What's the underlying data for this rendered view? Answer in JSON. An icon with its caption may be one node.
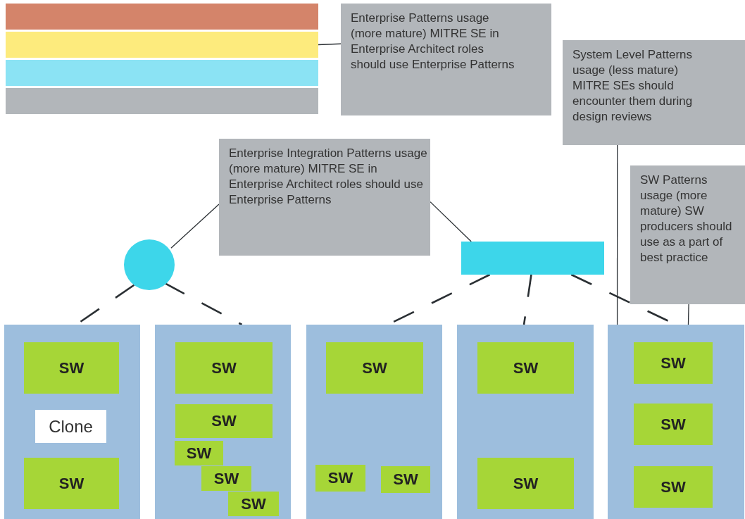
{
  "diagram": {
    "nodes": [
      {
        "text": [],
        "shape": "bar"
      },
      {
        "text": [],
        "shape": "bar"
      },
      {
        "text": [],
        "shape": "bar"
      },
      {
        "text": [],
        "shape": "bar"
      },
      {
        "text": [
          "Enterprise Patterns usage (more mature) MITRE SE in Enterprise Architect roles should use Enterprise Patterns"
        ]
      },
      {
        "text": [
          "System Level Patterns usage (less mature) MITRE SEs should encounter them during design reviews"
        ]
      },
      {
        "text": [
          "Enterprise Integration Patterns usage (more mature) MITRE SE in Enterprise Architect roles should use Enterprise Patterns"
        ]
      },
      {
        "text": [
          "SW Patterns usage (more mature) SW producers should use as a part of best practice"
        ]
      },
      {
        "text": [],
        "shape": "circle"
      },
      {
        "text": [],
        "shape": "box"
      },
      {
        "text": [],
        "shape": "box"
      },
      {
        "text": [
          "SW"
        ],
        "in": 10
      },
      {
        "text": [
          "Clone"
        ],
        "in": 10
      },
      {
        "text": [
          "SW"
        ],
        "in": 10
      },
      {
        "text": [],
        "shape": "box"
      },
      {
        "text": [
          "SW"
        ],
        "in": 14
      },
      {
        "text": [
          "SW"
        ],
        "in": 14
      },
      {
        "text": [
          "SW"
        ],
        "in": 14
      },
      {
        "text": [
          "SW"
        ],
        "in": 14
      },
      {
        "text": [
          "SW"
        ],
        "in": 14
      },
      {
        "text": [],
        "shape": "box"
      },
      {
        "text": [
          "SW"
        ],
        "in": 20
      },
      {
        "text": [
          "SW"
        ],
        "in": 20
      },
      {
        "text": [
          "SW"
        ],
        "in": 20
      },
      {
        "text": [],
        "shape": "box"
      },
      {
        "text": [
          "SW"
        ],
        "in": 24
      },
      {
        "text": [
          "SW"
        ],
        "in": 24
      },
      {
        "text": [],
        "shape": "box"
      },
      {
        "text": [
          "SW"
        ],
        "in": 27
      },
      {
        "text": [
          "SW"
        ],
        "in": 27
      },
      {
        "text": [
          "SW"
        ],
        "in": 27
      }
    ],
    "edges": [
      {
        "from": 4,
        "to": 1,
        "arrow": "none"
      },
      {
        "from": 6,
        "to": 8,
        "arrow": "none"
      },
      {
        "from": 6,
        "to": 9,
        "arrow": "none"
      },
      {
        "from": 8,
        "to": 10,
        "arrow": "none",
        "style": "dashed"
      },
      {
        "from": 8,
        "to": 14,
        "arrow": "none",
        "style": "dashed"
      },
      {
        "from": 9,
        "to": 20,
        "arrow": "none",
        "style": "dashed"
      },
      {
        "from": 9,
        "to": 24,
        "arrow": "none",
        "style": "dashed"
      },
      {
        "from": 9,
        "to": 27,
        "arrow": "none",
        "style": "dashed"
      },
      {
        "from": 5,
        "to": 27,
        "arrow": "none"
      },
      {
        "from": 7,
        "to": 27,
        "arrow": "none"
      }
    ]
  }
}
